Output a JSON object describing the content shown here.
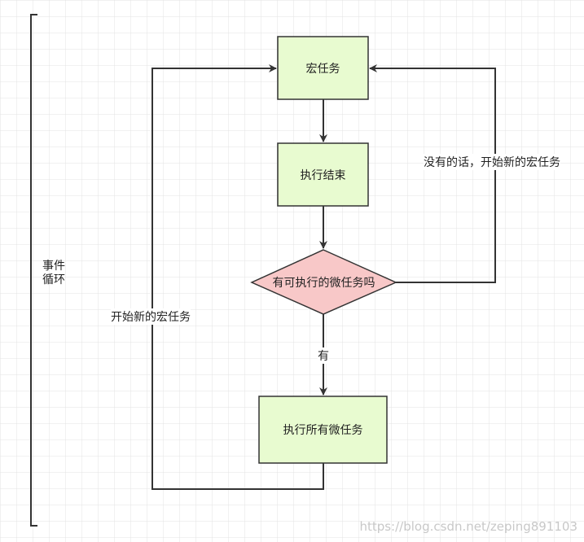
{
  "colors": {
    "grid": "#e3e3e3",
    "box_fill": "#e8fbd0",
    "decision_fill": "#f8c8c8",
    "stroke": "#333333"
  },
  "nodes": {
    "macro_task": "宏任务",
    "exec_end": "执行结束",
    "decision": "有可执行的微任务吗",
    "exec_micro": "执行所有微任务"
  },
  "labels": {
    "no_branch": "没有的话，开始新的宏任务",
    "yes_branch": "有",
    "loop_back": "开始新的宏任务",
    "event_loop_line1": "事件",
    "event_loop_line2": "循环"
  },
  "watermark": "https://blog.csdn.net/zeping891103"
}
